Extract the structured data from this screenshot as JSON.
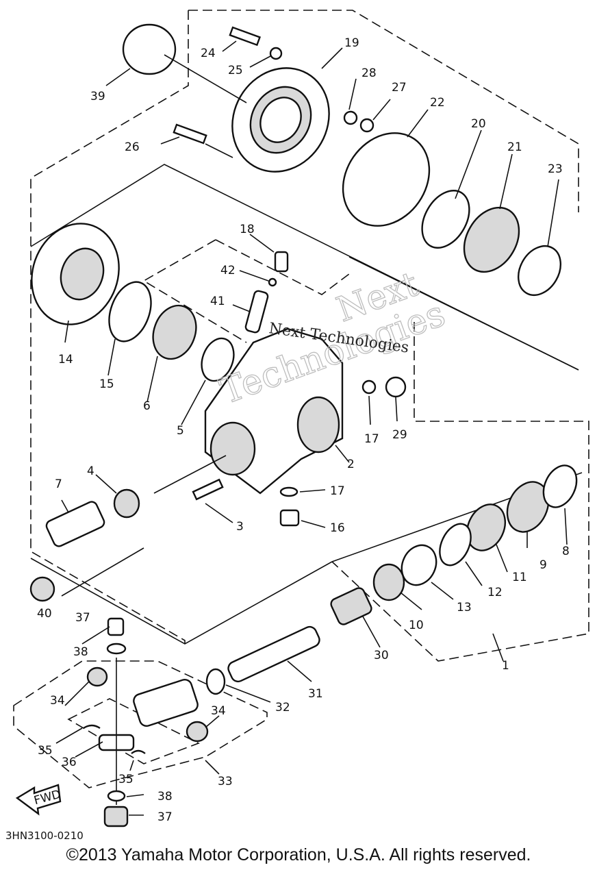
{
  "diagram": {
    "part_labels": [
      "1",
      "2",
      "3",
      "4",
      "5",
      "6",
      "7",
      "8",
      "9",
      "10",
      "11",
      "12",
      "13",
      "14",
      "15",
      "16",
      "17",
      "18",
      "19",
      "20",
      "21",
      "22",
      "23",
      "24",
      "25",
      "26",
      "27",
      "28",
      "29",
      "30",
      "31",
      "32",
      "33",
      "34",
      "35",
      "36",
      "37",
      "38",
      "39",
      "40",
      "41",
      "42"
    ],
    "fwd_label": "FWD",
    "drawing_code": "3HN3100-0210"
  },
  "watermark": {
    "line1": "Next Technologies",
    "line2": "Technologies",
    "line3": "Next"
  },
  "footer": {
    "copyright": "©2013 Yamaha Motor Corporation, U.S.A. All rights reserved."
  }
}
